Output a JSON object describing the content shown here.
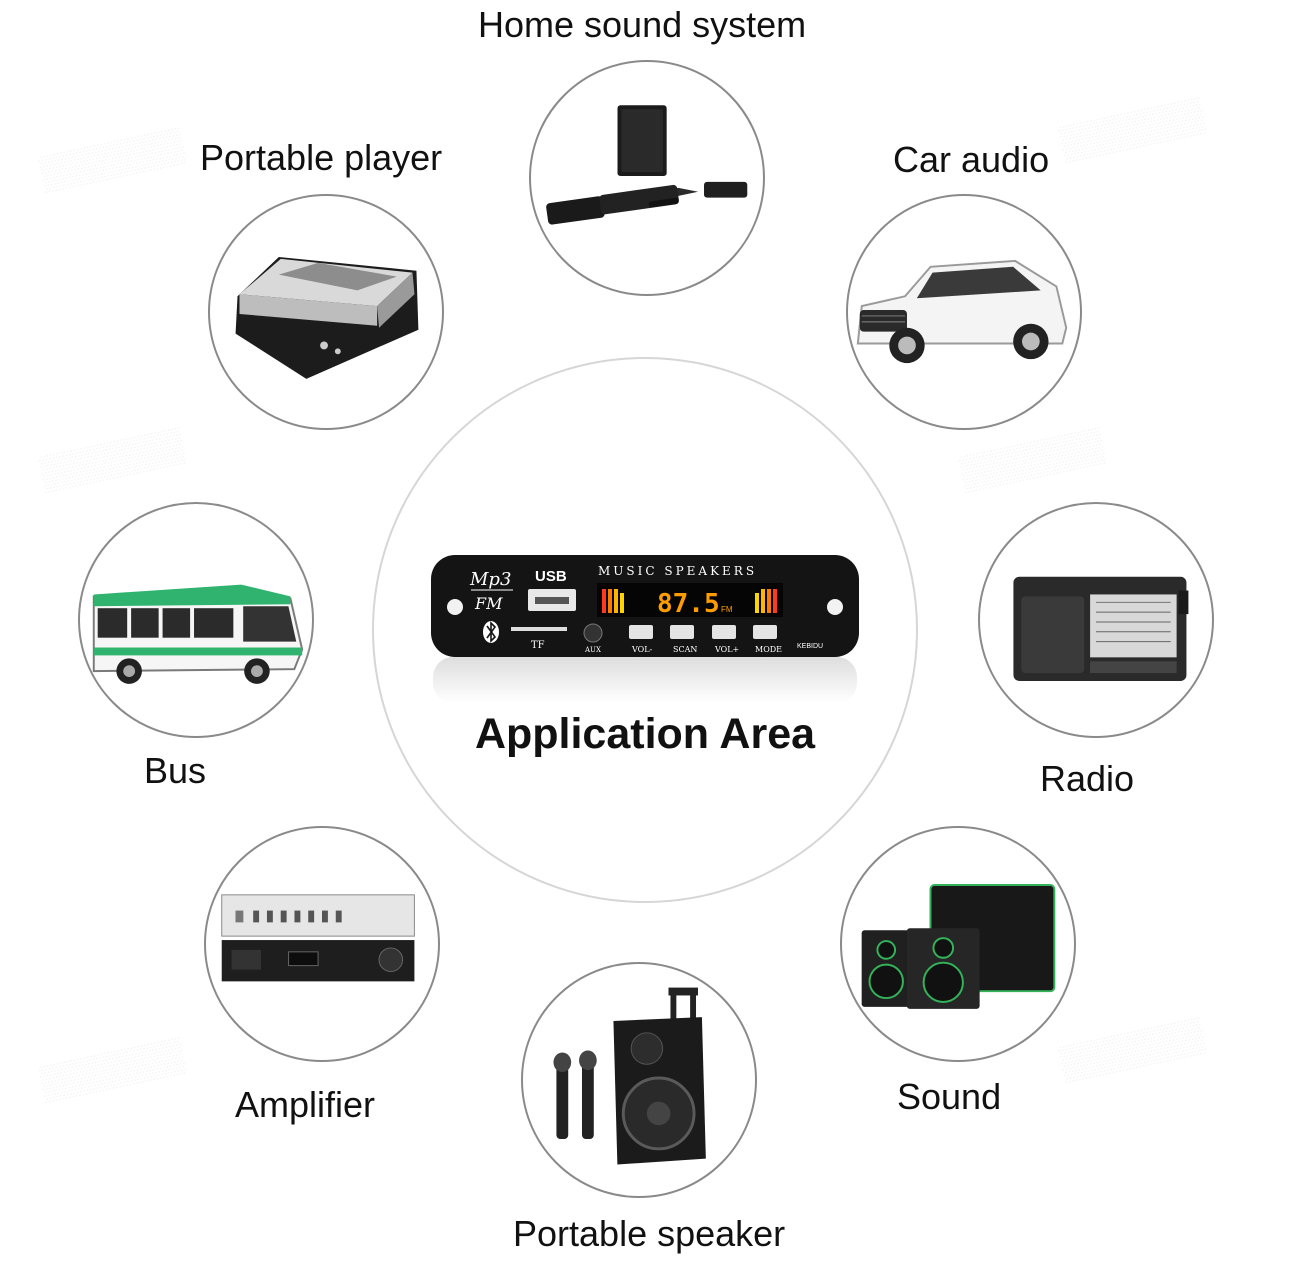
{
  "center": {
    "title": "Application Area",
    "board": {
      "logo_top": "Mp3",
      "logo_bottom": "FM",
      "usb_label": "USB",
      "header": "MUSIC SPEAKERS",
      "display": "87.5",
      "display_unit": "FM",
      "tf_label": "TF",
      "aux_label": "AUX",
      "brand": "KEBIDU",
      "buttons": [
        "VOL-",
        "SCAN",
        "VOL+",
        "MODE"
      ]
    }
  },
  "applications": [
    {
      "label": "Home sound system",
      "icon": "home-sound-system"
    },
    {
      "label": "Portable player",
      "icon": "portable-cassette-player"
    },
    {
      "label": "Car audio",
      "icon": "suv-car"
    },
    {
      "label": "Bus",
      "icon": "city-bus"
    },
    {
      "label": "Radio",
      "icon": "portable-radio"
    },
    {
      "label": "Amplifier",
      "icon": "rack-amplifier"
    },
    {
      "label": "Sound",
      "icon": "studio-monitor-speakers"
    },
    {
      "label": "Portable speaker",
      "icon": "trolley-speaker-with-microphones"
    }
  ],
  "colors": {
    "ring": "#8a8a8a",
    "center_ring": "#d6d6d6",
    "display_digits": "#ff9d00",
    "board": "#141414",
    "bus_stripe": "#2fb36e",
    "speaker_accent": "#33b35a"
  }
}
